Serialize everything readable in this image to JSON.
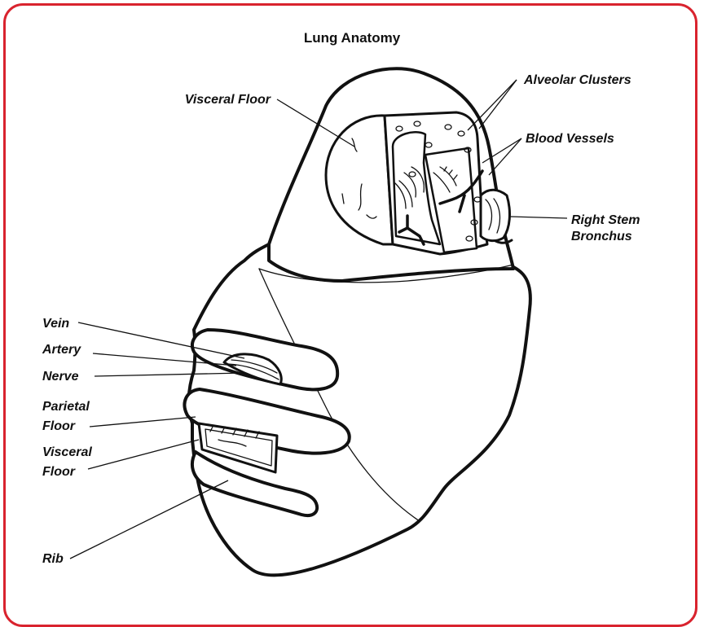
{
  "title": "Lung Anatomy",
  "colors": {
    "frame_border": "#d9232e",
    "line": "#111111",
    "background": "#ffffff"
  },
  "labels": {
    "visceral_floor_top": "Visceral Floor",
    "alveolar_clusters": "Alveolar Clusters",
    "blood_vessels": "Blood Vessels",
    "right_stem_bronchus_line1": "Right Stem",
    "right_stem_bronchus_line2": "Bronchus",
    "vein": "Vein",
    "artery": "Artery",
    "nerve": "Nerve",
    "parietal_floor_line1": "Parietal",
    "parietal_floor_line2": "Floor",
    "visceral_floor_lower_line1": "Visceral",
    "visceral_floor_lower_line2": "Floor",
    "rib": "Rib"
  }
}
